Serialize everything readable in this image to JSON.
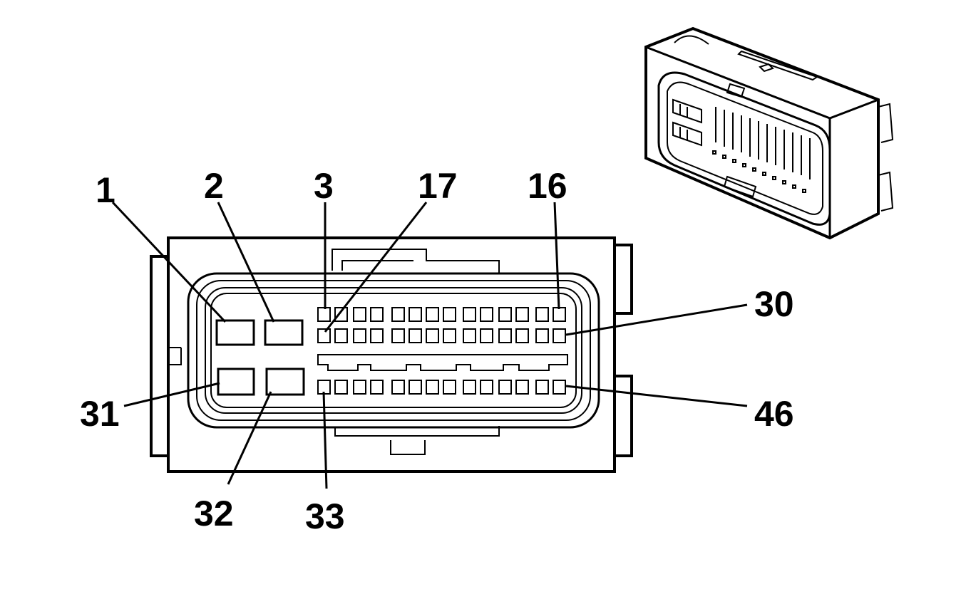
{
  "labels": {
    "pin_1": "1",
    "pin_2": "2",
    "pin_3": "3",
    "pin_17": "17",
    "pin_16": "16",
    "pin_30": "30",
    "pin_31": "31",
    "pin_32": "32",
    "pin_33": "33",
    "pin_46": "46"
  },
  "colors": {
    "line": "#000000",
    "background": "#ffffff"
  }
}
